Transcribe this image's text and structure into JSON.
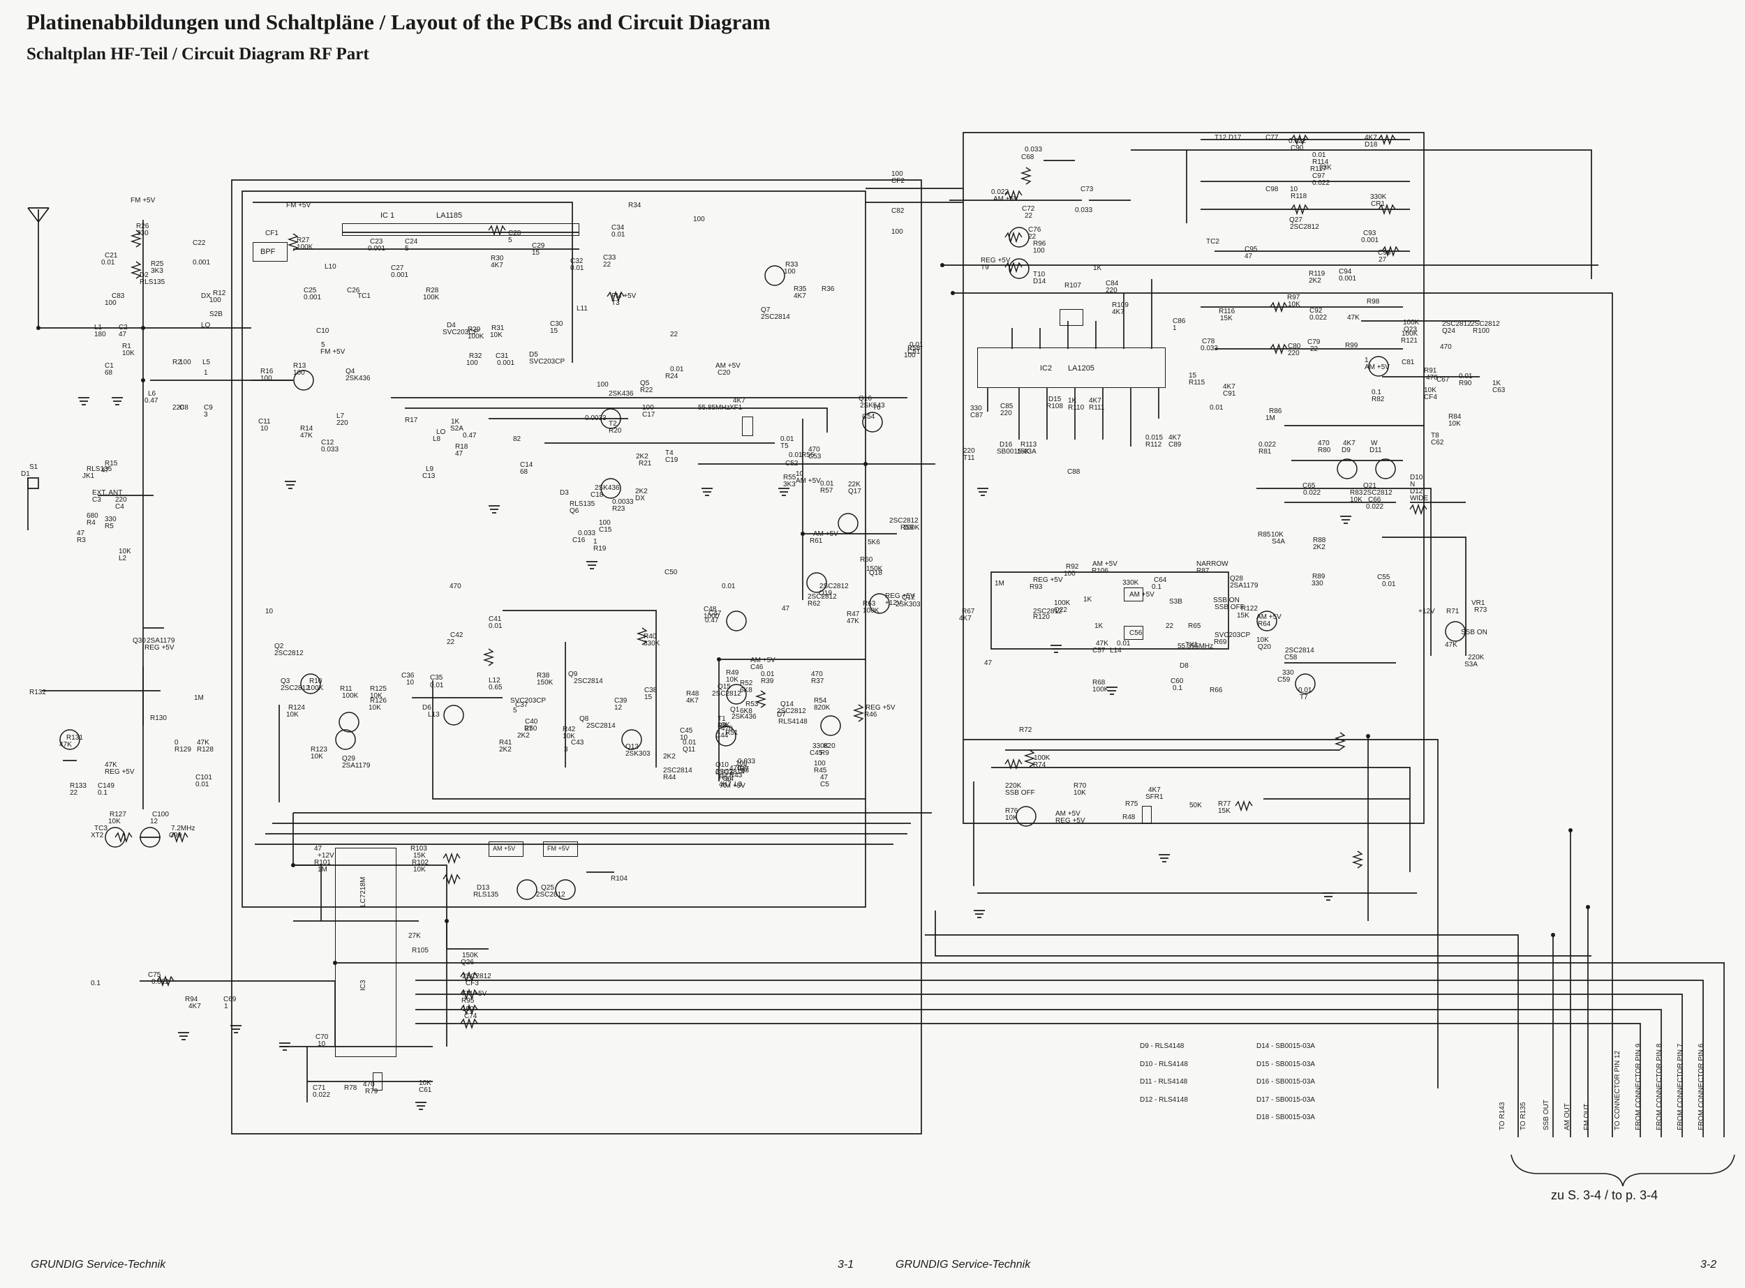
{
  "header": {
    "title": "Platinenabbildungen und Schaltpläne / Layout of the PCBs and Circuit Diagram",
    "subtitle": "Schaltplan HF-Teil / Circuit Diagram RF Part"
  },
  "footer": {
    "left_brand": "GRUNDIG Service-Technik",
    "left_page": "3-1",
    "right_brand": "GRUNDIG Service-Technik",
    "right_page": "3-2"
  },
  "blocks": {
    "ic1_name": "IC 1",
    "ic1_type": "LA1185",
    "ic2_name": "IC2",
    "ic2_type": "LA1205",
    "ic3_type": "LC7218M",
    "ic3_name": "IC3",
    "bpf": "BPF",
    "am_reg": "AM +5V",
    "fm_reg": "FM +5V"
  },
  "labels": [
    "FM +5V",
    "R26",
    "330",
    "C21",
    "0.01",
    "R25",
    "3K3",
    "C22",
    "0.001",
    "CF1",
    "FM +5V",
    "R27",
    "100K",
    "C23",
    "0.001",
    "C24",
    "5",
    "L10",
    "C25",
    "0.001",
    "C26",
    "TC1",
    "C27",
    "0.001",
    "R28",
    "100K",
    "R30",
    "4K7",
    "C28",
    "5",
    "C29",
    "15",
    "D4",
    "SVC203CP",
    "R29",
    "100K",
    "R31",
    "10K",
    "C30",
    "15",
    "L11",
    "R32",
    "100",
    "C31",
    "0.001",
    "D5",
    "SVC203CP",
    "C32",
    "0.01",
    "C33",
    "22",
    "C34",
    "0.01",
    "R34",
    "100",
    "FM +5V",
    "T3",
    "R33",
    "100",
    "Q7",
    "2SC2814",
    "R35",
    "4K7",
    "R36",
    "100",
    "CF2",
    "C82",
    "100",
    "C83",
    "100",
    "D2",
    "RLS135",
    "R12",
    "100",
    "DX",
    "S2B",
    "LO",
    "C2",
    "47",
    "L1",
    "180",
    "R1",
    "10K",
    "C1",
    "68",
    "R2",
    "100",
    "L5",
    "1",
    "L6",
    "0.47",
    "C8",
    "220",
    "C9",
    "3",
    "C10",
    "5",
    "FM +5V",
    "R16",
    "100",
    "R13",
    "100",
    "Q4",
    "2SK436",
    "C11",
    "10",
    "R14",
    "47K",
    "L7",
    "220",
    "C12",
    "0.033",
    "R15",
    "47",
    "S1",
    "D1",
    "RLS135",
    "JK1",
    "EXT. ANT",
    "C3",
    "220",
    "C4",
    "680",
    "R4",
    "330",
    "R5",
    "47",
    "R3",
    "10K",
    "L2",
    "22",
    "AM +5V",
    "C20",
    "0.01",
    "R24",
    "100",
    "2SK436",
    "Q5",
    "R22",
    "100",
    "C17",
    "0.0033",
    "T2",
    "R20",
    "2K2",
    "R21",
    "2K2",
    "DX",
    "R17",
    "1K",
    "S2A",
    "LO",
    "L8",
    "0.47",
    "R18",
    "47",
    "L9",
    "C13",
    "82",
    "C14",
    "68",
    "D3",
    "RLS135",
    "Q6",
    "2SK436",
    "C18",
    "0.0033",
    "R23",
    "100",
    "C15",
    "0.033",
    "C16",
    "1",
    "R19",
    "4K7",
    "XF1",
    "55.85MHz",
    "T4",
    "C19",
    "0.01",
    "T5",
    "R55",
    "3K3",
    "C52",
    "0.01",
    "R56",
    "470",
    "C53",
    "10",
    "AM +5V",
    "R58",
    "100",
    "Q16",
    "2SK543",
    "T6",
    "C54",
    "0.01",
    "C51",
    "0.01",
    "R57",
    "22K",
    "Q17",
    "2SC2812",
    "R59",
    "100K",
    "AM +5V",
    "R61",
    "5K6",
    "R60",
    "150K",
    "Q18",
    "2SC2812",
    "Q19",
    "2SC2812",
    "R62",
    "47",
    "R63",
    "100K",
    "REG +5V",
    "+12V",
    "Q12",
    "2SK303",
    "R47",
    "47K",
    "C50",
    "0.01",
    "C47",
    "0.47",
    "C48",
    "1000",
    "R49",
    "10K",
    "AM +5V",
    "C46",
    "0.01",
    "R39",
    "470",
    "R37",
    "470",
    "C42",
    "22",
    "C41",
    "0.01",
    "R40",
    "330K",
    "C36",
    "10",
    "C35",
    "0.01",
    "L12",
    "0.65",
    "R38",
    "150K",
    "Q9",
    "2SC2814",
    "C38",
    "15",
    "C39",
    "12",
    "L13",
    "D6",
    "SVC203CP",
    "C37",
    "5",
    "C40",
    "27",
    "R41",
    "2K2",
    "R42",
    "10K",
    "Q8",
    "2SC2814",
    "C43",
    "3",
    "Q13",
    "2SK303",
    "R50",
    "2K2",
    "Q15",
    "2SC2812",
    "R52",
    "6K8",
    "R53",
    "6K8",
    "Q14",
    "2SC2812",
    "R48",
    "4K7",
    "R51",
    "10K",
    "C45",
    "10",
    "D7",
    "RLS4148",
    "R54",
    "820K",
    "REG +5V",
    "R46",
    "470",
    "C44",
    "0.01",
    "Q11",
    "2SC2814",
    "R44",
    "470",
    "R43",
    "330K",
    "C45",
    "100",
    "R45",
    "2K2",
    "Q10",
    "2SC2814",
    "R6",
    "4K7",
    "L3",
    "68",
    "L4",
    "AM +5V",
    "Q1",
    "2SK436",
    "T1",
    "R8",
    "820",
    "R9",
    "100",
    "R7",
    "47",
    "C5",
    "0.033",
    "C6",
    "0.033",
    "C7",
    "10",
    "Q2",
    "2SC2812",
    "Q3",
    "2SC2812",
    "R10",
    "100K",
    "R11",
    "100K",
    "R125",
    "10K",
    "R126",
    "10K",
    "R124",
    "10K",
    "R123",
    "10K",
    "Q29",
    "2SA1179",
    "Q30",
    "2SA1179",
    "REG +5V",
    "R132",
    "1M",
    "R131",
    "47K",
    "R130",
    "0",
    "R129",
    "47K",
    "R128",
    "47K",
    "REG +5V",
    "R133",
    "22",
    "C149",
    "0.1",
    "C101",
    "0.01",
    "R127",
    "10K",
    "C100",
    "12",
    "TC3",
    "XT2",
    "7.2MHz",
    "C99",
    "47",
    "+12V",
    "R101",
    "1M",
    "R103",
    "15K",
    "R102",
    "10K",
    "D13",
    "RLS135",
    "Q25",
    "2SC2812",
    "R104",
    "27K",
    "R105",
    "150K",
    "Q26",
    "2SC2812",
    "CF3",
    "FM +5V",
    "R95",
    "100",
    "C74",
    "0.1",
    "C75",
    "0.022",
    "R94",
    "4K7",
    "C69",
    "1",
    "C70",
    "10",
    "C71",
    "0.022",
    "R78",
    "470",
    "R79",
    "10K",
    "C61",
    "0.033",
    "C68",
    "0.022",
    "AM +5V",
    "C72",
    "22",
    "C73",
    "0.033",
    "C76",
    "22",
    "R96",
    "100",
    "REG +5V",
    "T9",
    "T10",
    "D14",
    "R107",
    "1K",
    "C84",
    "220",
    "R109",
    "4K7",
    "C86",
    "1",
    "C85",
    "220",
    "D15",
    "R108",
    "1K",
    "R110",
    "4K7",
    "R111",
    "330",
    "C87",
    "220",
    "T11",
    "D16",
    "SB0015-03A",
    "R113",
    "15K",
    "C88",
    "0.015",
    "R112",
    "4K7",
    "C89",
    "15",
    "R115",
    "4K7",
    "C91",
    "0.01",
    "T12",
    "D17",
    "C77",
    "0.022",
    "C90",
    "0.01",
    "R114",
    "4K7",
    "D18",
    "R117",
    "33K",
    "C97",
    "0.022",
    "C98",
    "10",
    "R118",
    "330K",
    "CR1",
    "Q27",
    "2SC2812",
    "C93",
    "0.001",
    "TC2",
    "C95",
    "47",
    "C96",
    "27",
    "R119",
    "2K2",
    "C94",
    "0.001",
    "R116",
    "15K",
    "R97",
    "10K",
    "C92",
    "0.022",
    "R98",
    "47K",
    "C78",
    "0.033",
    "C79",
    "22",
    "C80",
    "220",
    "R99",
    "100K",
    "Q23",
    "2SC2812",
    "Q24",
    "2SC2812",
    "R100",
    "100K",
    "R121",
    "470",
    "C81",
    "1",
    "AM +5V",
    "R91",
    "470",
    "C67",
    "0.01",
    "R90",
    "1K",
    "C63",
    "0.1",
    "R82",
    "10K",
    "CF4",
    "R84",
    "10K",
    "R86",
    "1M",
    "T8",
    "C62",
    "0.022",
    "R81",
    "470",
    "R80",
    "4K7",
    "D9",
    "W",
    "D11",
    "C65",
    "0.022",
    "Q21",
    "2SC2812",
    "C66",
    "0.022",
    "D10",
    "N",
    "D12",
    "WIDE",
    "R83",
    "10K",
    "R85",
    "10K",
    "S4A",
    "R88",
    "2K2",
    "R89",
    "330",
    "R92",
    "100",
    "AM +5V",
    "R106",
    "330K",
    "C64",
    "0.1",
    "NARROW",
    "R87",
    "1M",
    "REG +5V",
    "R93",
    "100K",
    "Q22",
    "2SC2812",
    "R120",
    "1K",
    "AM +5V",
    "S3B",
    "SSB ON",
    "SSB OFF",
    "Q28",
    "2SA1179",
    "R122",
    "15K",
    "AM +5V",
    "R64",
    "1K",
    "C56",
    "22",
    "R65",
    "47K",
    "C57",
    "0.01",
    "L14",
    "55.395MHz",
    "TX1",
    "SVC203CP",
    "R69",
    "10K",
    "Q20",
    "2SC2814",
    "C58",
    "47",
    "R67",
    "4K7",
    "R68",
    "100K",
    "D8",
    "C60",
    "0.1",
    "R66",
    "330",
    "C59",
    "0.01",
    "T7",
    "C55",
    "0.01",
    "+12V",
    "R71",
    "47K",
    "SSB ON",
    "VR1",
    "R73",
    "220K",
    "S3A",
    "R72",
    "100K",
    "R74",
    "220K",
    "SSB OFF",
    "R70",
    "10K",
    "R75",
    "4K7",
    "SFR1",
    "50K",
    "R77",
    "15K",
    "R76",
    "10K",
    "AM +5V",
    "REG +5V",
    "R48"
  ],
  "legend": {
    "left": [
      "D9 - RLS4148",
      "D10 - RLS4148",
      "D11 - RLS4148",
      "D12 - RLS4148"
    ],
    "right": [
      "D14 - SB0015-03A",
      "D15 - SB0015-03A",
      "D16 - SB0015-03A",
      "D17 - SB0015-03A",
      "D18 - SB0015-03A"
    ]
  },
  "connector_labels": [
    "TO R143",
    "TO R135",
    "SSB OUT",
    "AM OUT",
    "FM OUT",
    "TO CONNECTOR PIN 12",
    "FROM CONNECTOR PIN 9",
    "FROM CONNECTOR PIN 8",
    "FROM CONNECTOR PIN 7",
    "FROM CONNECTOR PIN 6"
  ],
  "ref_note": "zu S. 3-4 / to p. 3-4"
}
